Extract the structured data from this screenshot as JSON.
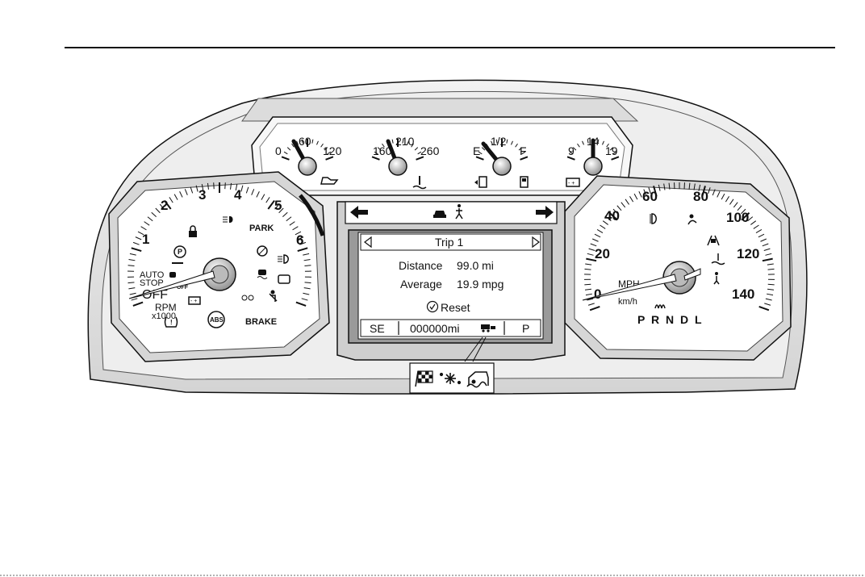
{
  "tachometer": {
    "numbers": [
      "1",
      "2",
      "3",
      "4",
      "5",
      "6"
    ],
    "label_rpm": "RPM",
    "label_x1000": "x1000",
    "label_auto": "AUTO",
    "label_stop": "STOP",
    "label_off": "OFF",
    "label_off_small": "OFF",
    "label_park": "PARK",
    "label_brake": "BRAKE",
    "label_abs": "ABS"
  },
  "top_gauges": [
    {
      "name": "oil-pressure",
      "ticks": [
        "0",
        "60",
        "120"
      ]
    },
    {
      "name": "coolant-temp",
      "ticks": [
        "160",
        "210",
        "260"
      ]
    },
    {
      "name": "fuel",
      "ticks": [
        "E",
        "1/2",
        "F"
      ]
    },
    {
      "name": "voltage",
      "ticks": [
        "9",
        "14",
        "19"
      ]
    }
  ],
  "speedometer": {
    "numbers": [
      "0",
      "20",
      "40",
      "60",
      "80",
      "100",
      "120",
      "140"
    ],
    "unit_mph": "MPH",
    "unit_kmh": "km/h",
    "prndl": "P R N D L"
  },
  "dic": {
    "header": "Trip 1",
    "rows": [
      {
        "label": "Distance",
        "value": "99.0 mi"
      },
      {
        "label": "Average",
        "value": "19.9 mpg"
      }
    ],
    "reset": "Reset",
    "footer": {
      "left": "SE",
      "odometer": "000000mi",
      "right": "P"
    }
  },
  "colors": {
    "line": "#111111",
    "panel": "#e6e6e6",
    "bezel": "#c9c9c9"
  }
}
